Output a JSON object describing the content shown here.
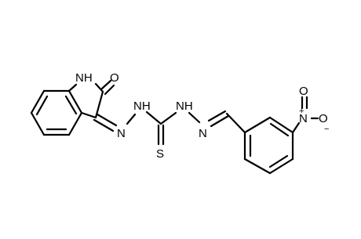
{
  "structure": {
    "atoms": {
      "nh": "NH",
      "carbonyl_o": "O",
      "hydrazone_n1": "N",
      "hydrazine_nh1": "NH",
      "thio_s": "S",
      "hydrazine_nh2": "NH",
      "imine_n": "N",
      "nitro_n": "N",
      "nitro_n_charge": "+",
      "nitro_o_top": "O",
      "nitro_o_minus": "O",
      "nitro_o_charge": "−"
    },
    "colors": {
      "bond": "#000000",
      "label": "#000000",
      "background": "#ffffff"
    }
  }
}
